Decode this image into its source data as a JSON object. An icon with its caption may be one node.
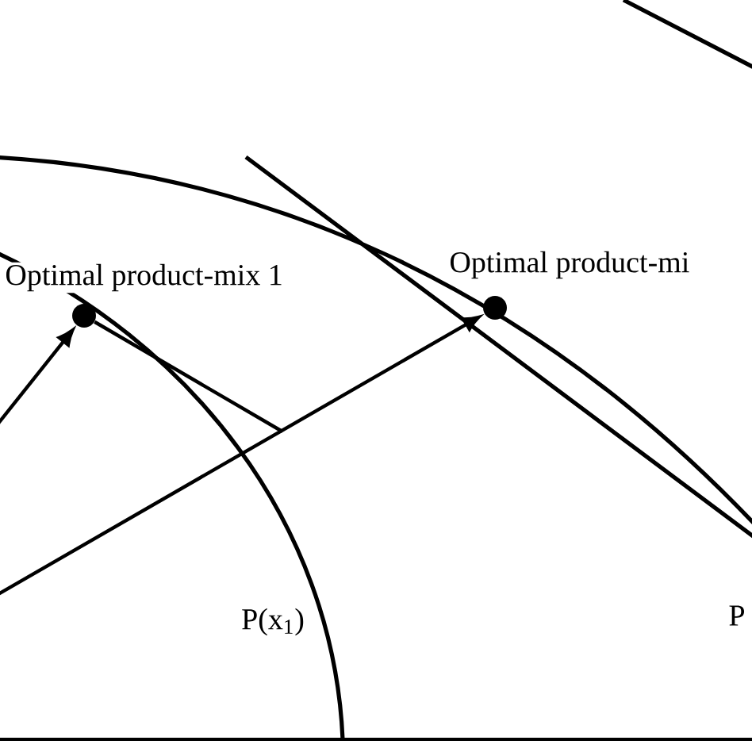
{
  "diagram": {
    "nodes": [
      {
        "text": [],
        "shape": "circle"
      },
      {
        "text": [],
        "shape": "circle"
      }
    ],
    "edges": [
      {
        "from": null,
        "to": 0,
        "arrow": "to"
      },
      {
        "from": null,
        "to": 1,
        "arrow": "to"
      },
      {
        "from": 0,
        "to": null,
        "arrow": "none"
      }
    ],
    "labels": [
      "Optimal product-mix 1",
      "Optimal product-mi",
      "P(x$_{1}$)",
      "P"
    ]
  }
}
